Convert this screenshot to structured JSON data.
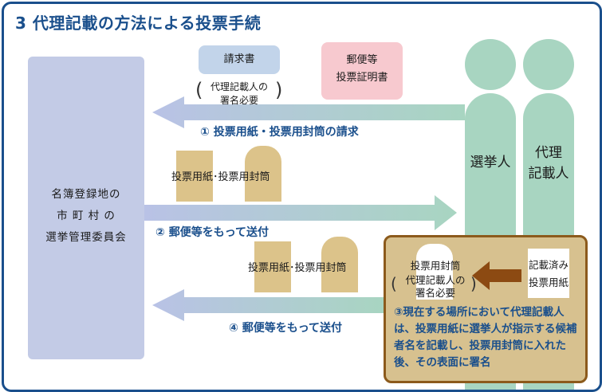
{
  "title": "3 代理記載の方法による投票手続",
  "committee": {
    "lines": [
      "名簿登録地の",
      "市 町 村 の",
      "選挙管理委員会"
    ]
  },
  "persons": {
    "voter": "選挙人",
    "proxy_line1": "代理",
    "proxy_line2": "記載人"
  },
  "docs": {
    "request": "請求書",
    "cert_line1": "郵便等",
    "cert_line2": "投票証明書",
    "note_line1": "代理記載人の",
    "note_line2": "署名必要"
  },
  "steps": {
    "step1": "① 投票用紙・投票用封筒の請求",
    "step2": "② 郵便等をもって送付",
    "step4": "④ 郵便等をもって送付"
  },
  "envelopes": {
    "label_top": "投票用紙･投票用封筒",
    "label_bottom": "投票用紙･投票用封筒"
  },
  "panel": {
    "envelope_label": "投票用封筒",
    "envelope_note1": "代理記載人の",
    "envelope_note2": "署名必要",
    "ballot_line1": "記載済み",
    "ballot_line2": "投票用紙",
    "description": "③現在する場所において代理記載人は、投票用紙に選挙人が指示する候補者名を記載し、投票用封筒に入れた後、その表面に署名"
  },
  "colors": {
    "frame": "#1a4f8c",
    "committee": "#c3cbe6",
    "person": "#a8d5c1",
    "envelope": "#dcc38a",
    "panel": "#d7c18f",
    "panel_border": "#8c5a1c",
    "request_doc": "#c2d4ea",
    "cert_doc": "#f7c9cf",
    "panel_arrow": "#8c4a12"
  }
}
